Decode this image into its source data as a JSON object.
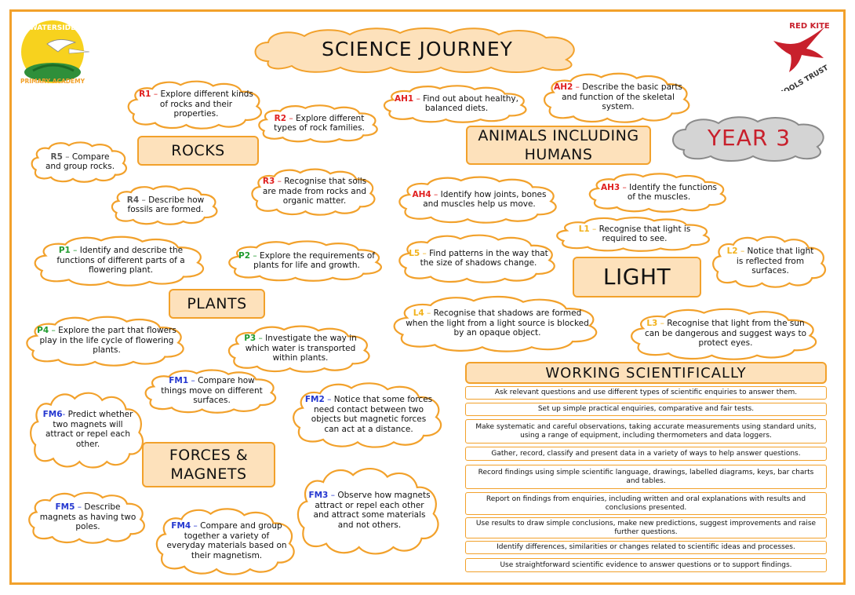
{
  "title": "SCIENCE JOURNEY",
  "year": "YEAR 3",
  "logos": {
    "left_text": "WATERSIDE PRIMARY ACADEMY",
    "right_text": "RED KITE SCHOOLS TRUST"
  },
  "topics": {
    "rocks": "ROCKS",
    "plants": "PLANTS",
    "forces": "FORCES & MAGNETS",
    "animals": "ANIMALS INCLUDING HUMANS",
    "light": "LIGHT"
  },
  "objectives": {
    "r1": {
      "code": "R1",
      "sep": " – ",
      "text": "Explore different kinds of rocks and their properties."
    },
    "r2": {
      "code": "R2",
      "sep": " – ",
      "text": "Explore different types of rock families."
    },
    "r3": {
      "code": "R3",
      "sep": " – ",
      "text": "Recognise that soils are made from rocks and organic matter."
    },
    "r4": {
      "code": "R4",
      "sep": " – ",
      "text": "Describe how fossils are formed."
    },
    "r5": {
      "code": "R5",
      "sep": " – ",
      "text": "Compare and group rocks."
    },
    "p1": {
      "code": "P1",
      "sep": " – ",
      "text": "Identify and describe the functions of different parts of a flowering plant."
    },
    "p2": {
      "code": "P2",
      "sep": " – ",
      "text": "Explore the requirements of plants for life and growth."
    },
    "p3": {
      "code": "P3",
      "sep": " – ",
      "text": "Investigate the way in which water is transported within plants."
    },
    "p4": {
      "code": "P4",
      "sep": " – ",
      "text": "Explore the part that flowers play in the life cycle of flowering plants."
    },
    "ah1": {
      "code": "AH1",
      "sep": " – ",
      "text": "Find out about healthy, balanced diets."
    },
    "ah2": {
      "code": "AH2",
      "sep": " – ",
      "text": "Describe the basic parts and function of the skeletal system."
    },
    "ah3": {
      "code": "AH3",
      "sep": " – ",
      "text": "Identify the functions of the muscles."
    },
    "ah4": {
      "code": "AH4",
      "sep": " – ",
      "text": "Identify how joints, bones and muscles help us move."
    },
    "l1": {
      "code": "L1",
      "sep": " – ",
      "text": "Recognise that light is required to see."
    },
    "l2": {
      "code": "L2",
      "sep": " – ",
      "text": "Notice that light is reflected from surfaces."
    },
    "l3": {
      "code": "L3",
      "sep": " – ",
      "text": "Recognise that light from the sun can be dangerous and suggest ways to protect eyes."
    },
    "l4": {
      "code": "L4",
      "sep": " – ",
      "text": "Recognise that shadows are formed when the light from a light source is blocked by an opaque object."
    },
    "l5": {
      "code": "L5",
      "sep": " – ",
      "text": "Find patterns in the way that the size of shadows change."
    },
    "fm1": {
      "code": "FM1",
      "sep": " – ",
      "text": "Compare how things move on different surfaces."
    },
    "fm2": {
      "code": "FM2",
      "sep": " – ",
      "text": "Notice that some forces need contact between two objects but magnetic forces can act at a distance."
    },
    "fm3": {
      "code": "FM3",
      "sep": " – ",
      "text": "Observe how magnets attract or repel each other and attract some materials and not others."
    },
    "fm4": {
      "code": "FM4",
      "sep": " – ",
      "text": "Compare and group together a variety of everyday materials based on their magnetism."
    },
    "fm5": {
      "code": "FM5",
      "sep": " – ",
      "text": "Describe magnets as having two poles."
    },
    "fm6": {
      "code": "FM6",
      "sep": "- ",
      "text": "Predict whether two magnets will attract or repel each other."
    }
  },
  "working_scientifically": {
    "title": "WORKING SCIENTIFICALLY",
    "items": [
      "Ask relevant questions and use different types of scientific enquiries to answer them.",
      "Set up simple practical enquiries, comparative and fair tests.",
      "Make systematic and careful observations, taking accurate measurements using standard units, using a range of equipment, including thermometers and data loggers.",
      "Gather, record, classify and present data in a variety of ways to help answer questions.",
      "Record findings using simple scientific language, drawings, labelled diagrams, keys, bar charts and tables.",
      "Report on findings from enquiries, including written and oral explanations with results and conclusions presented.",
      "Use results to draw simple conclusions, make new predictions, suggest improvements and raise further questions.",
      "Identify differences, similarities or changes related to scientific ideas and processes.",
      "Use straightforward scientific evidence to answer questions or to support findings."
    ]
  },
  "colors": {
    "border": "#f2a12b",
    "cloud_fill": "#fde1bb",
    "year_cloud": "#d4d4d4",
    "year_text": "#c8202c",
    "rocks_code": "#e02020",
    "plants_code": "#1f9a2e",
    "light_code": "#f2b21c",
    "forces_code": "#2437d0"
  }
}
